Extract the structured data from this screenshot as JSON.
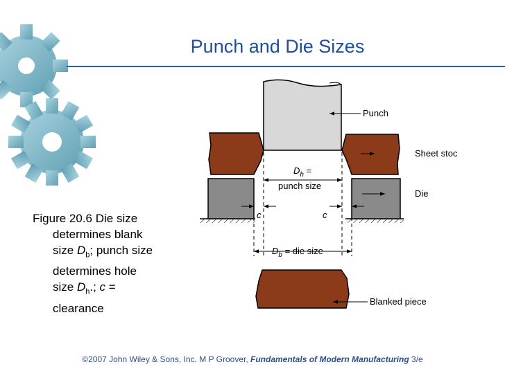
{
  "slide": {
    "title": "Punch and Die Sizes",
    "caption": {
      "l1": "Figure 20.6  Die size",
      "l2": "determines blank",
      "l3_a": "size ",
      "l3_b": "D",
      "l3_c": "b",
      "l3_d": "; punch size",
      "l4": "determines hole",
      "l5_a": "size ",
      "l5_b": "D",
      "l5_c": "h",
      "l5_d": ".; ",
      "l5_e": "c",
      "l5_f": " =",
      "l6": "clearance"
    },
    "footer": {
      "copyright": "©2007 John Wiley & Sons, Inc.  M P Groover, ",
      "book": "Fundamentals of Modern Manufacturing",
      "edition": " 3/e"
    }
  },
  "figure": {
    "callouts": {
      "punch": "Punch",
      "sheet_stock": "Sheet stock",
      "die": "Die",
      "blanked_piece": "Blanked piece"
    },
    "dims": {
      "dh_symbol": "D",
      "dh_sub": "h",
      "dh_eq": " =",
      "punch_size": "punch size",
      "c_left": "c",
      "c_right": "c",
      "db_symbol": "D",
      "db_sub": "b",
      "db_eq": " = die size"
    }
  },
  "colors": {
    "title": "#1f4e9a",
    "footer": "#2d4f8c",
    "gear": "#7fb7c9",
    "sheet": "#8b3a1a",
    "die": "#8a8a8a",
    "punch": "#d8d8d8"
  }
}
